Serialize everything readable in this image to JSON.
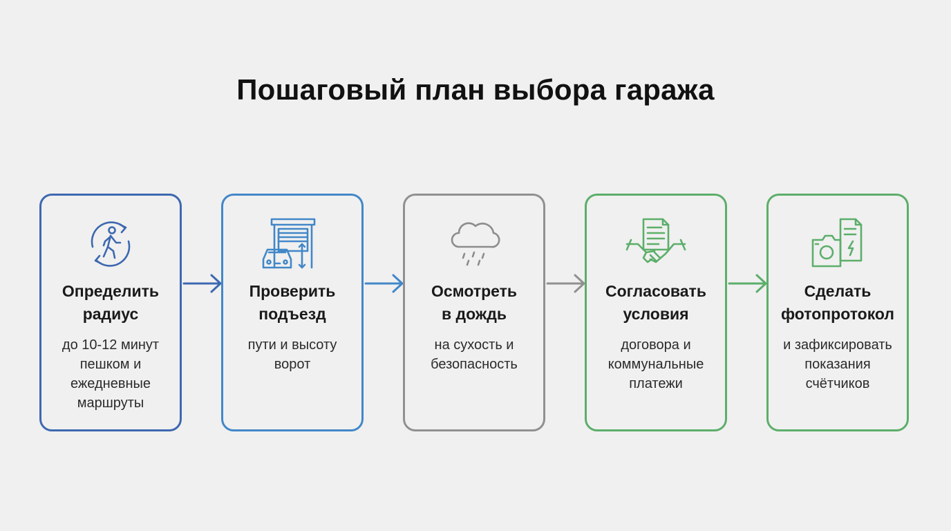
{
  "title": "Пошаговый план выбора гаража",
  "colors": {
    "step1": "#3d68b0",
    "step2": "#4287c8",
    "step3": "#909090",
    "step4": "#5cae6a",
    "step5": "#5cae6a"
  },
  "steps": [
    {
      "icon": "walking-person-cycle-icon",
      "heading": "Определить\nрадиус",
      "description": "до 10-12 минут\nпешком и\nежедневные\nмаршруты"
    },
    {
      "icon": "garage-car-height-icon",
      "heading": "Проверить\nподъезд",
      "description": "пути и высоту\nворот"
    },
    {
      "icon": "rain-cloud-icon",
      "heading": "Осмотреть\nв дождь",
      "description": "на сухость и\nбезопасность"
    },
    {
      "icon": "handshake-document-icon",
      "heading": "Согласовать\nусловия",
      "description": "договора и\nкоммунальные\nплатежи"
    },
    {
      "icon": "camera-document-icon",
      "heading": "Сделать\nфотопротокол",
      "description": "и зафиксировать\nпоказания\nсчётчиков"
    }
  ]
}
